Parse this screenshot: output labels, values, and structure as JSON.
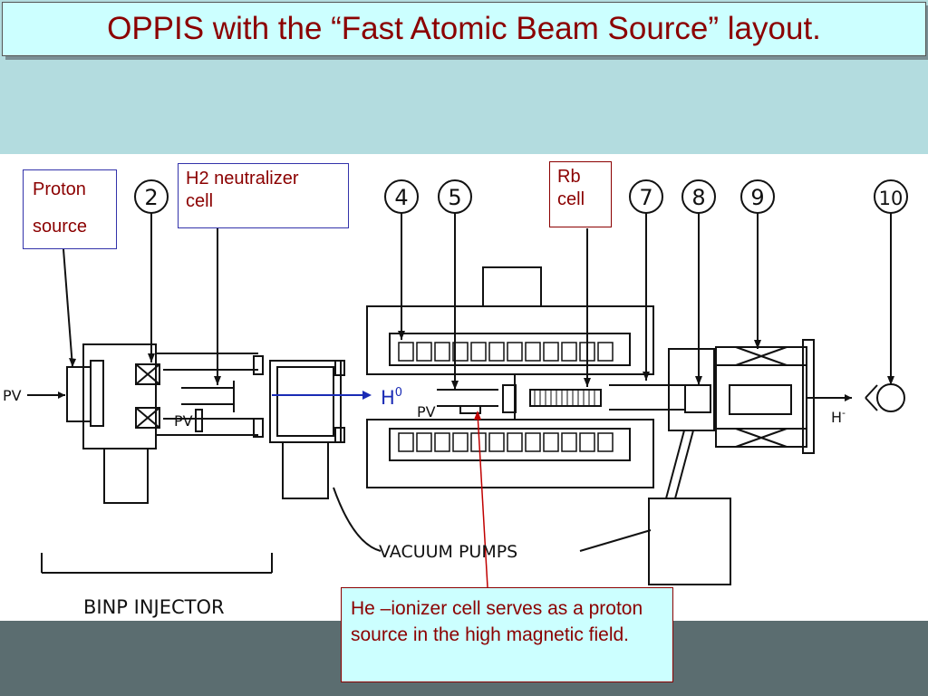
{
  "title": "OPPIS with the “Fast Atomic Beam Source” layout.",
  "labels": {
    "proton_source_line1": "Proton",
    "proton_source_line2": "source",
    "h2_cell_line1": "H2 neutralizer",
    "h2_cell_line2": "cell",
    "rb_cell_line1": "Rb",
    "rb_cell_line2": "cell",
    "note": "He –ionizer cell serves as a proton source in the high magnetic field."
  },
  "diagram": {
    "callouts": [
      "2",
      "4",
      "5",
      "7",
      "8",
      "9",
      "10"
    ],
    "pv": "PV",
    "h0": "H",
    "h0_sup": "0",
    "h_minus": "H",
    "h_minus_sup": "-",
    "vacuum_pumps": "VACUUM PUMPS",
    "binp_injector": "BINP INJECTOR"
  },
  "colors": {
    "title": "#8b0000",
    "title_bg": "#ccffff",
    "background": "#b3dcdf",
    "footer": "#5b6d70",
    "label_border": "#3333aa",
    "beam_arrow": "#1a2bb5",
    "pointer": "#c00000"
  }
}
